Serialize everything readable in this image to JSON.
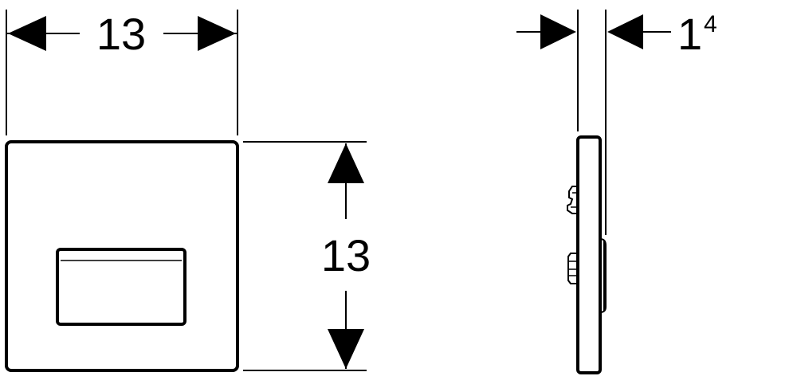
{
  "dimensions": {
    "front_width": "13",
    "front_height": "13",
    "side_depth_main": "1",
    "side_depth_sup": "4"
  },
  "colors": {
    "background": "#ffffff",
    "ink": "#000000"
  }
}
